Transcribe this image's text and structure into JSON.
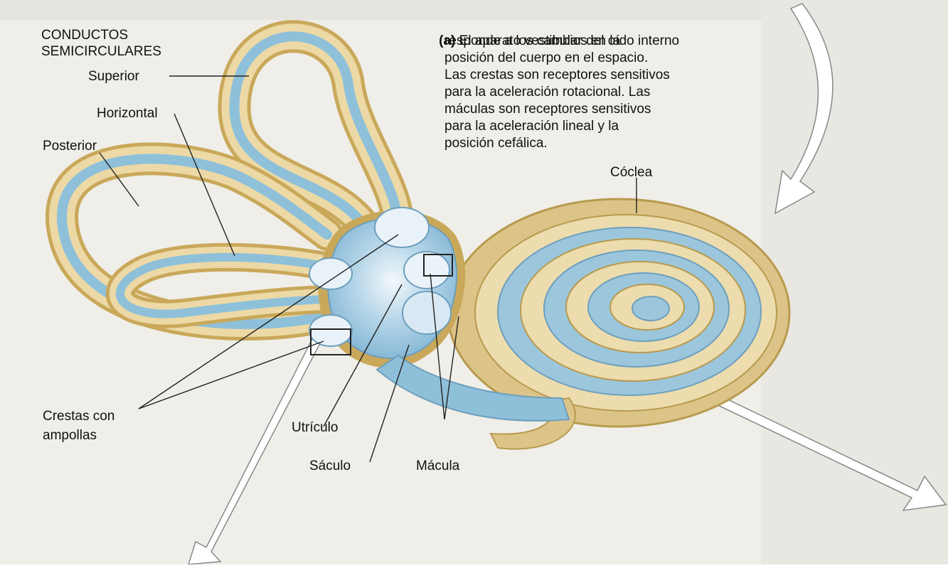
{
  "title_label": "CONDUCTOS\nSEMICIRCULARES",
  "caption_marker": "(a)",
  "caption_lines": [
    "El aparato vestibular del oído interno",
    "responde a los cambios en la",
    "posición del cuerpo en el espacio.",
    "Las crestas son receptores sensitivos",
    "para la aceleración rotacional. Las",
    "máculas son receptores sensitivos",
    "para la aceleración lineal y la",
    "posición cefálica."
  ],
  "labels": {
    "superior": "Superior",
    "horizontal": "Horizontal",
    "posterior": "Posterior",
    "coclea": "Cóclea",
    "crestas": "Crestas con\nampollas",
    "utriculo": "Utrículo",
    "saculo": "Sáculo",
    "macula": "Mácula"
  },
  "colors": {
    "canal_outer": "#c9a85a",
    "canal_bone": "#ecd9a6",
    "endolymph": "#8ec0da",
    "paper": "#efeee8"
  }
}
